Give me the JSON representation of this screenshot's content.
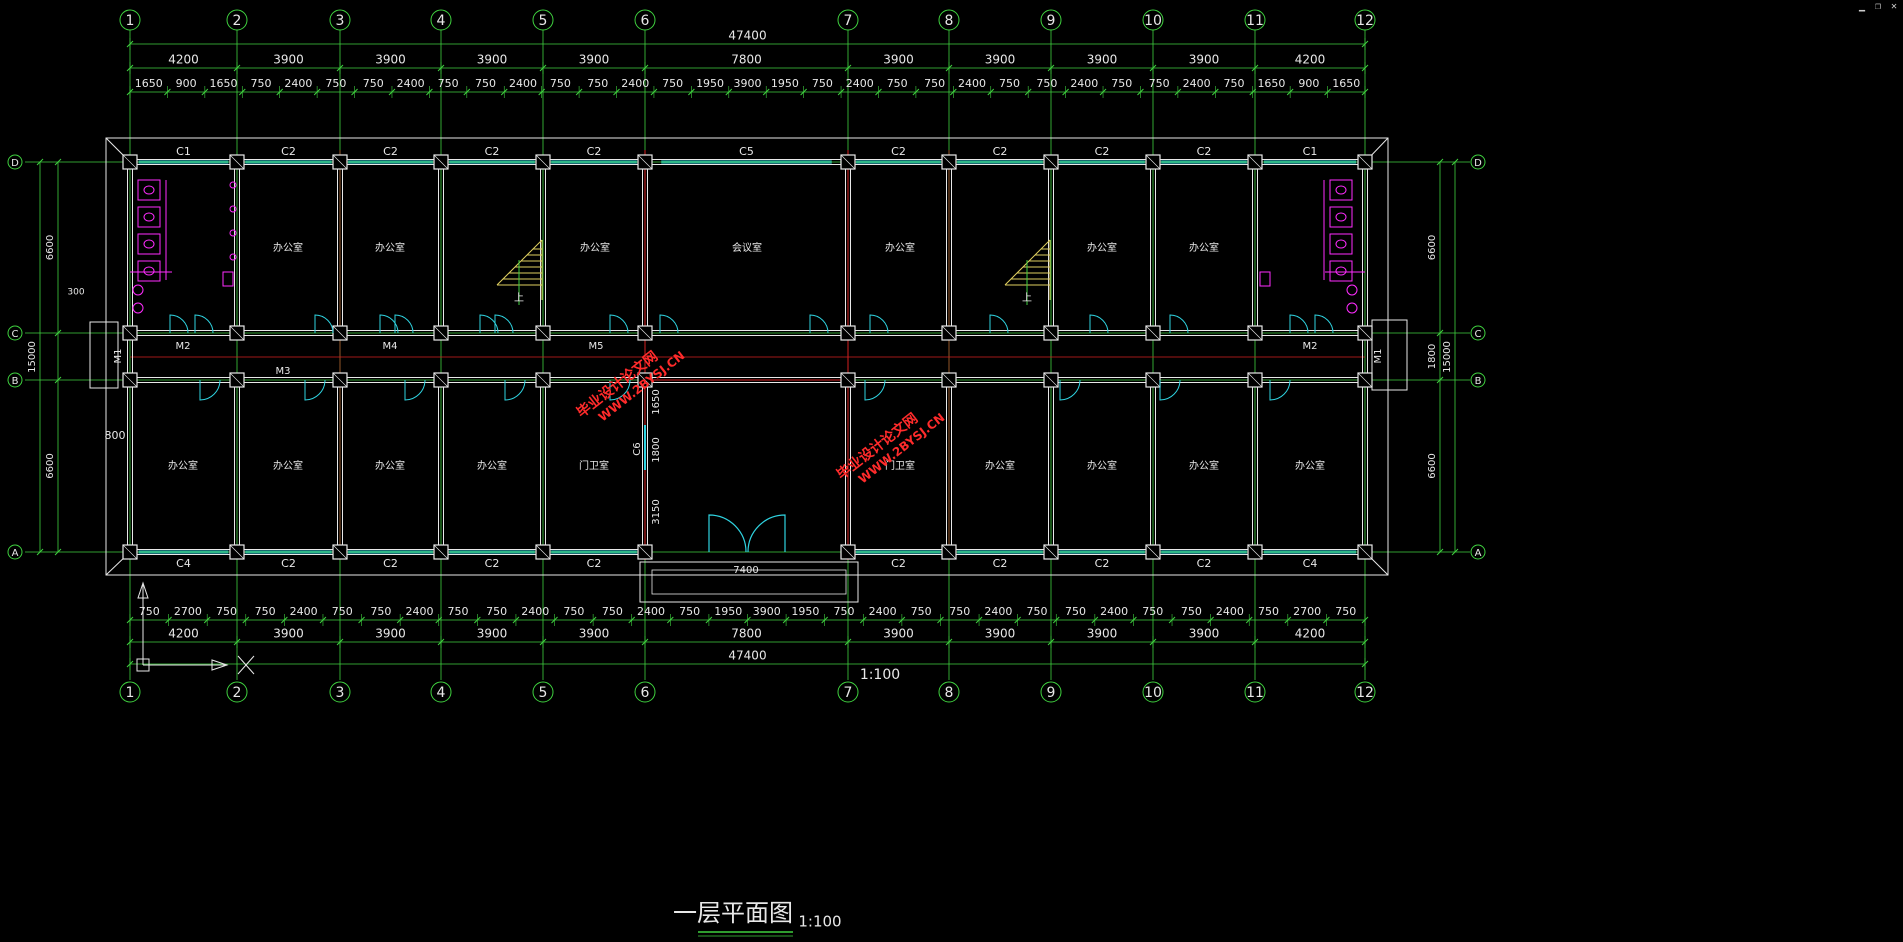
{
  "title": {
    "main": "一层平面图",
    "scale": "1:100"
  },
  "scale_note": "1:100",
  "axes": {
    "columns": [
      "1",
      "2",
      "3",
      "4",
      "5",
      "6",
      "7",
      "8",
      "9",
      "10",
      "11",
      "12"
    ],
    "rows": [
      "D",
      "C",
      "B",
      "A"
    ]
  },
  "dims": {
    "overall": "47400",
    "bays_top": [
      "4200",
      "3900",
      "3900",
      "3900",
      "3900",
      "7800",
      "3900",
      "3900",
      "3900",
      "3900",
      "4200"
    ],
    "detail_top": [
      "1650",
      "900",
      "1650",
      "750",
      "2400",
      "750",
      "750",
      "2400",
      "750",
      "750",
      "2400",
      "750",
      "750",
      "2400",
      "750",
      "1950",
      "3900",
      "1950",
      "750",
      "2400",
      "750",
      "750",
      "2400",
      "750",
      "750",
      "2400",
      "750",
      "750",
      "2400",
      "750",
      "1650",
      "900",
      "1650"
    ],
    "bays_bottom": [
      "4200",
      "3900",
      "3900",
      "3900",
      "3900",
      "7800",
      "3900",
      "3900",
      "3900",
      "3900",
      "4200"
    ],
    "detail_bottom": [
      "750",
      "2700",
      "750",
      "750",
      "2400",
      "750",
      "750",
      "2400",
      "750",
      "750",
      "2400",
      "750",
      "750",
      "2400",
      "750",
      "1950",
      "3900",
      "1950",
      "750",
      "2400",
      "750",
      "750",
      "2400",
      "750",
      "750",
      "2400",
      "750",
      "750",
      "2400",
      "750",
      "2700",
      "750"
    ],
    "left_total": "15000",
    "left_rows": [
      "6600",
      "6600"
    ],
    "right_total": "15000",
    "right_rows": [
      "6600",
      "1800",
      "6600"
    ]
  },
  "windows_top": [
    "C1",
    "C2",
    "C2",
    "C2",
    "C2",
    "C5",
    "C2",
    "C2",
    "C2",
    "C2",
    "C1"
  ],
  "windows_bottom": [
    "C4",
    "C2",
    "C2",
    "C2",
    "C2",
    "C2",
    "C2",
    "C2",
    "C2",
    "C4"
  ],
  "rooms_north": [
    "办公室",
    "办公室",
    "办公室",
    "会议室",
    "办公室",
    "办公室",
    "办公室"
  ],
  "rooms_south": [
    "办公室",
    "办公室",
    "办公室",
    "办公室",
    "门卫室",
    "门卫室",
    "办公室",
    "办公室",
    "办公室",
    "办公室"
  ],
  "stair_label": "上",
  "doors": [
    "M1",
    "M1",
    "M2",
    "M2",
    "M3",
    "M4",
    "M5",
    "C6"
  ],
  "watermarks": [
    "毕业设计论文网",
    "WWW.2BYSJ.CN"
  ],
  "misc": {
    "entry_width": "7400",
    "void_dims": [
      "1650",
      "1800",
      "3150"
    ],
    "step": "300",
    "small_800": "800"
  },
  "colors": {
    "axis": "#3fd13f",
    "wall": "#e8e8e8",
    "column": "#e8e8e8",
    "window": "#2fd3e0",
    "centerline": "#d42020",
    "fixture": "#ff2cff",
    "text": "#e8e8e8",
    "watermark": "#ff2b2b"
  }
}
